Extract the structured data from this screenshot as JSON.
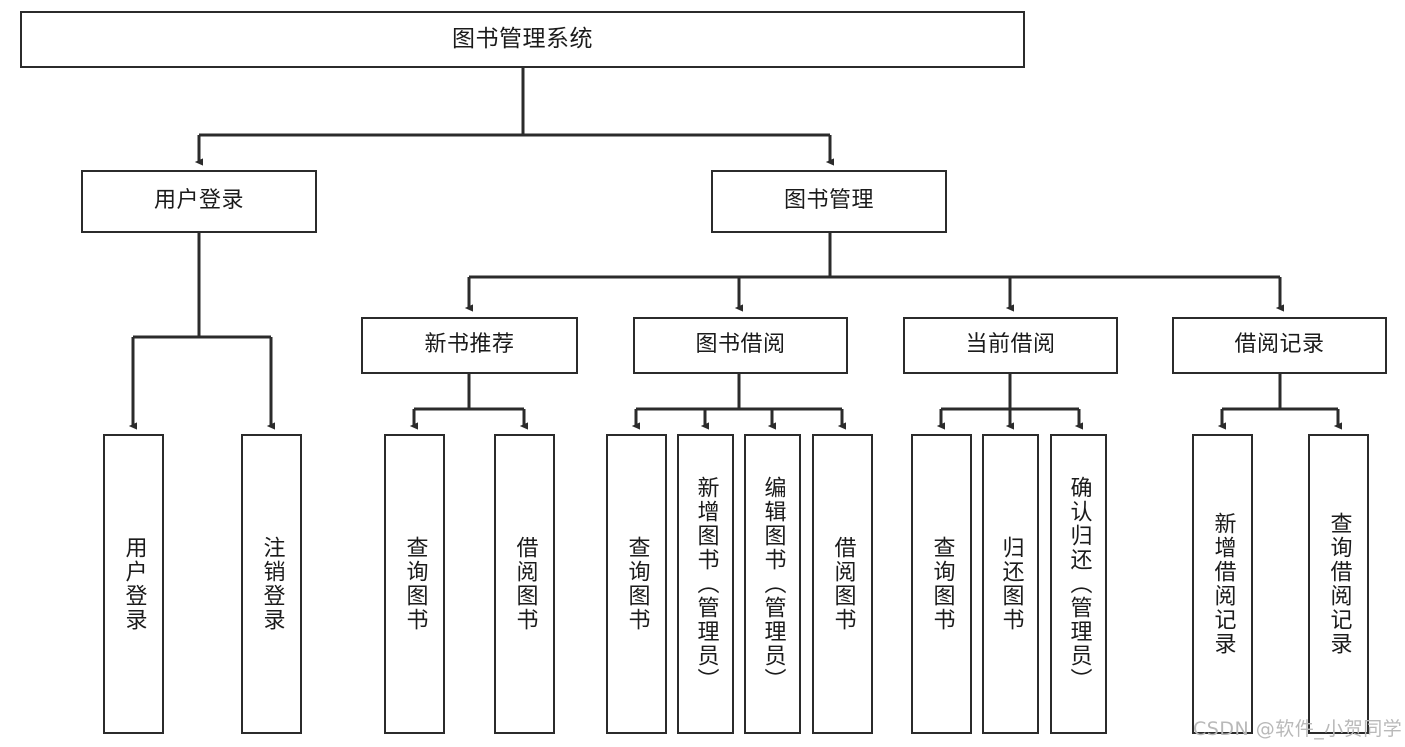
{
  "diagram": {
    "title": "图书管理系统",
    "type": "tree-hierarchy",
    "background_color": "#ffffff",
    "line_color": "#2b2b2b",
    "text_color": "#1b1b1b"
  },
  "nodes": {
    "root": {
      "label": "图书管理系统"
    },
    "level2": [
      {
        "label": "用户登录"
      },
      {
        "label": "图书管理"
      }
    ],
    "level3": [
      {
        "label": "新书推荐"
      },
      {
        "label": "图书借阅"
      },
      {
        "label": "当前借阅"
      },
      {
        "label": "借阅记录"
      }
    ],
    "leaves": {
      "user_login": [
        {
          "label": "用户登录"
        },
        {
          "label": "注销登录"
        }
      ],
      "new_book": [
        {
          "label": "查询图书"
        },
        {
          "label": "借阅图书"
        }
      ],
      "book_borrow": [
        {
          "label": "查询图书"
        },
        {
          "label": "新增图书（管理员）"
        },
        {
          "label": "编辑图书（管理员）"
        },
        {
          "label": "借阅图书"
        }
      ],
      "current_borrow": [
        {
          "label": "查询图书"
        },
        {
          "label": "归还图书"
        },
        {
          "label": "确认归还（管理员）"
        }
      ],
      "borrow_record": [
        {
          "label": "新增借阅记录"
        },
        {
          "label": "查询借阅记录"
        }
      ]
    }
  },
  "watermark": {
    "text": "CSDN @软件_小贺同学"
  }
}
